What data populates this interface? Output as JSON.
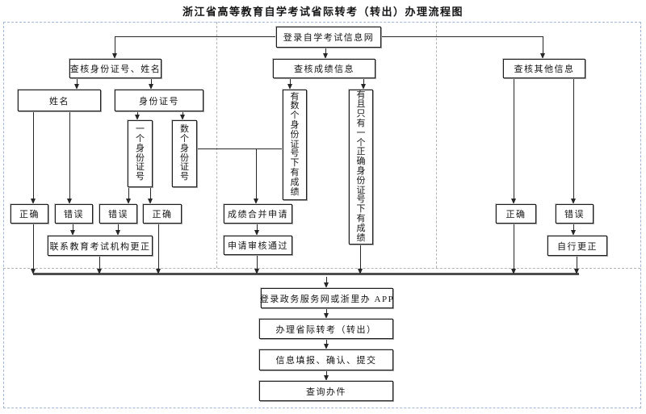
{
  "title": "浙江省高等教育自学考试省际转考（转出）办理流程图",
  "nodes": {
    "login_exam_site": "登录自学考试信息网",
    "check_id_name": "查核身份证号、姓名",
    "name": "姓名",
    "id_number": "身份证号",
    "one_id": "一个身份证号",
    "several_id": "数个身份证号",
    "name_correct": "正确",
    "name_wrong": "错误",
    "id_wrong": "错误",
    "id_correct": "正确",
    "contact_org": "联系教育考试机构更正",
    "check_score": "查核成绩信息",
    "score_multi_id": "有数个身份证号下有成绩",
    "score_single_id": "有且只有一个正确身份证号下有成绩",
    "merge_apply": "成绩合并申请",
    "apply_approved": "申请审核通过",
    "check_other": "查核其他信息",
    "other_correct": "正确",
    "other_wrong": "错误",
    "self_correct": "自行更正",
    "login_gov": "登录政务服务网或浙里办 APP",
    "transfer_out": "办理省际转考（转出）",
    "fill_confirm_submit": "信息填报、确认、提交",
    "query_case": "查询办件"
  },
  "colors": {
    "line": "#262626",
    "box_border": "#1f1f1f",
    "box_shadow": "#9e9e9e",
    "outer_dashed_border": "#9db8da",
    "section_dashed_divider": "#b3b3b3",
    "background": "#ffffff"
  }
}
